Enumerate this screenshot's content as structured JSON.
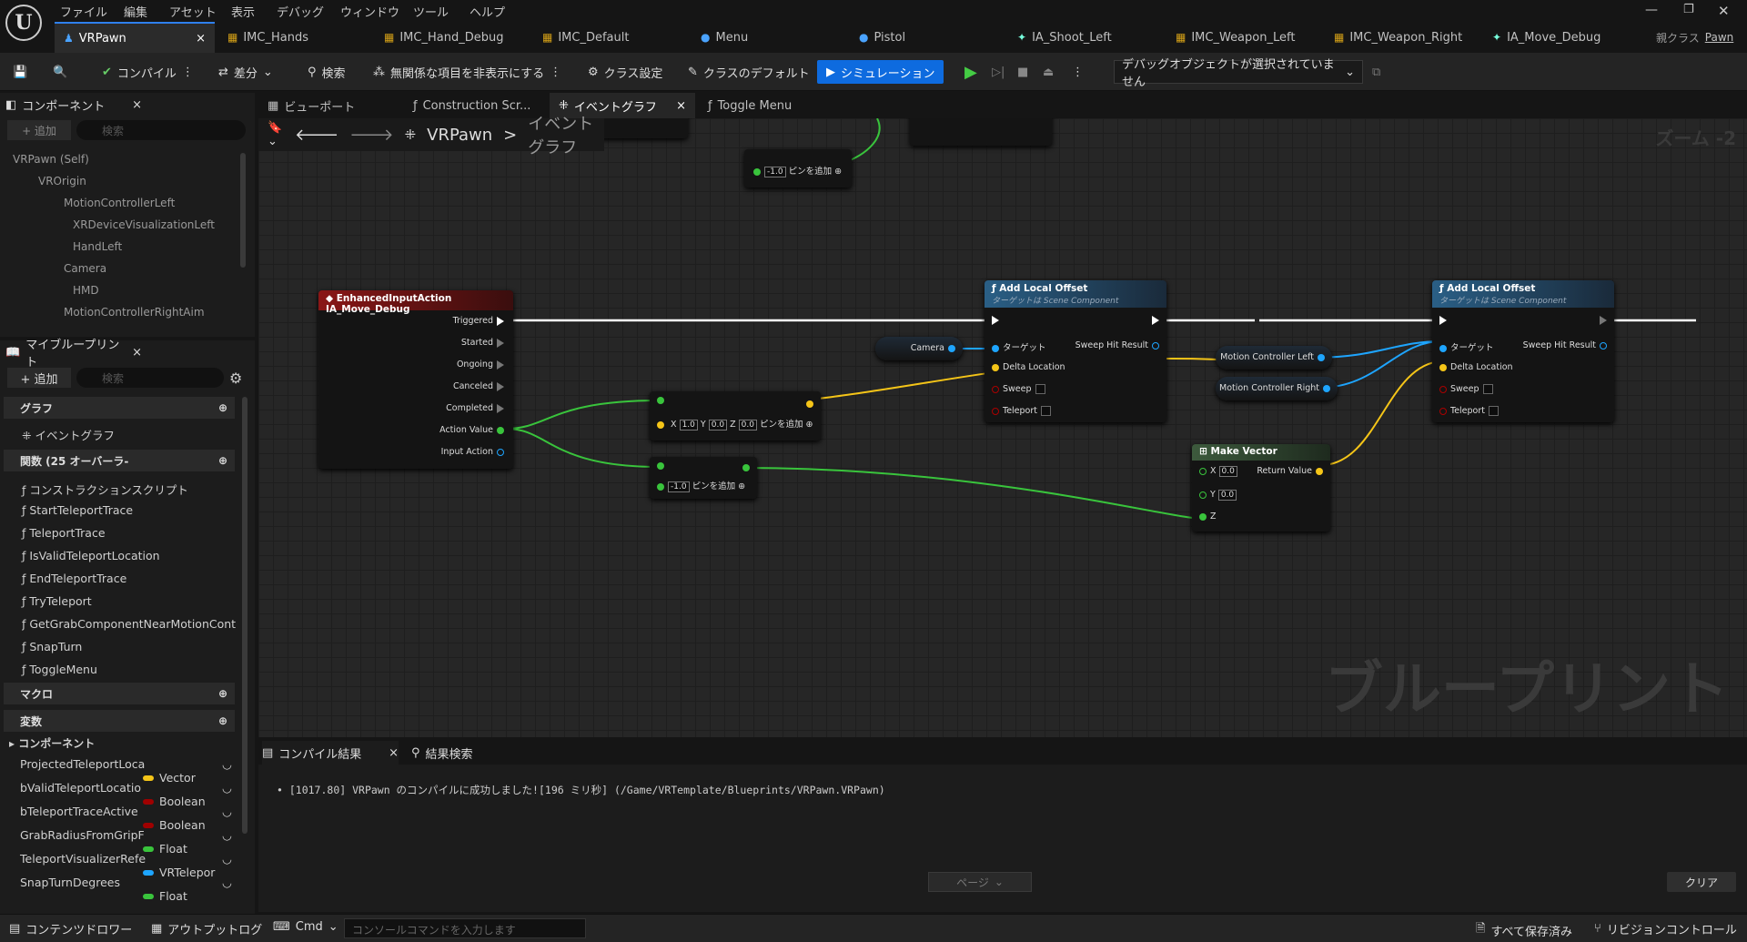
{
  "menu": [
    "ファイル",
    "編集",
    "アセット",
    "表示",
    "デバッグ",
    "ウィンドウ",
    "ツール",
    "ヘルプ"
  ],
  "tabs": [
    "VRPawn",
    "IMC_Hands",
    "IMC_Hand_Debug",
    "IMC_Default",
    "Menu",
    "Pistol",
    "IA_Shoot_Left",
    "IMC_Weapon_Left",
    "IMC_Weapon_Right",
    "IA_Move_Debug"
  ],
  "parent_class": {
    "label": "親クラス",
    "value": "Pawn"
  },
  "toolbar": {
    "compile": "コンパイル",
    "diff": "差分",
    "search": "検索",
    "hide_unrelated": "無関係な項目を非表示にする",
    "class_settings": "クラス設定",
    "class_defaults": "クラスのデフォルト",
    "simulation": "シミュレーション",
    "debug_select": "デバッグオブジェクトが選択されていません"
  },
  "components": {
    "title": "コンポーネント",
    "add": "+ 追加",
    "search_placeholder": "検索",
    "tree": [
      "VRPawn (Self)",
      "VROrigin",
      "MotionControllerLeft",
      "XRDeviceVisualizationLeft",
      "HandLeft",
      "Camera",
      "HMD",
      "MotionControllerRightAim"
    ]
  },
  "my_blueprint": {
    "title": "マイブループリント",
    "add": "+ 追加",
    "search_placeholder": "検索",
    "graph_section": "グラフ",
    "event_graph": "イベントグラフ",
    "functions_section": "関数 (25 オーバーラ-",
    "functions": [
      "コンストラクションスクリプト",
      "StartTeleportTrace",
      "TeleportTrace",
      "IsValidTeleportLocation",
      "EndTeleportTrace",
      "TryTeleport",
      "GetGrabComponentNearMotionContro",
      "SnapTurn",
      "ToggleMenu"
    ],
    "macros_section": "マクロ",
    "variables_section": "変数",
    "components_sub": "コンポーネント",
    "variables": [
      {
        "name": "ProjectedTeleportLoca",
        "type": "Vector",
        "color": "#f5c518"
      },
      {
        "name": "bValidTeleportLocatio",
        "type": "Boolean",
        "color": "#a00000"
      },
      {
        "name": "bTeleportTraceActive",
        "type": "Boolean",
        "color": "#a00000"
      },
      {
        "name": "GrabRadiusFromGripF",
        "type": "Float",
        "color": "#39c43c"
      },
      {
        "name": "TeleportVisualizerRefe",
        "type": "VRTelepor",
        "color": "#1ea5ff"
      },
      {
        "name": "SnapTurnDegrees",
        "type": "Float",
        "color": "#39c43c"
      }
    ]
  },
  "graph_tabs": [
    "ビューポート",
    "Construction Scr...",
    "イベントグラフ",
    "Toggle Menu"
  ],
  "breadcrumb": {
    "root": "VRPawn",
    "page": "イベントグラフ"
  },
  "zoom": "ズーム -2",
  "watermark": "ブループリント",
  "nodes": {
    "event": {
      "title": "EnhancedInputAction IA_Move_Debug",
      "pins": [
        "Triggered",
        "Started",
        "Ongoing",
        "Canceled",
        "Completed",
        "Action Value",
        "Input Action"
      ]
    },
    "alo1": {
      "title": "Add Local Offset",
      "sub": "ターゲットは Scene Component",
      "target": "ターゲット",
      "delta": "Delta Location",
      "sweep": "Sweep",
      "teleport": "Teleport",
      "hit": "Sweep Hit Result"
    },
    "alo2": {
      "title": "Add Local Offset",
      "sub": "ターゲットは Scene Component",
      "target": "ターゲット",
      "delta": "Delta Location",
      "sweep": "Sweep",
      "teleport": "Teleport",
      "hit": "Sweep Hit Result"
    },
    "camera": "Camera",
    "mcl": "Motion Controller Left",
    "mcr": "Motion Controller Right",
    "makevec": {
      "title": "Make Vector",
      "x": "0.0",
      "y": "0.0",
      "z": "Z",
      "ret": "Return Value"
    },
    "mul1": {
      "x": "1.0",
      "y": "0.0",
      "z": "0.0",
      "add": "ピンを追加"
    },
    "mul2": {
      "val": "-1.0",
      "add": "ピンを追加"
    },
    "mul3": {
      "val": "-1.0",
      "add": "ピンを追加"
    }
  },
  "compile_results": {
    "tab": "コンパイル結果",
    "search_tab": "結果検索",
    "message": "[1017.80] VRPawn のコンパイルに成功しました![196 ミリ秒] (/Game/VRTemplate/Blueprints/VRPawn.VRPawn)",
    "page": "ページ",
    "clear": "クリア"
  },
  "statusbar": {
    "content_drawer": "コンテンツドロワー",
    "output_log": "アウトプットログ",
    "cmd": "Cmd",
    "console_placeholder": "コンソールコマンドを入力します",
    "save_all": "すべて保存済み",
    "revision": "リビジョンコントロール"
  }
}
